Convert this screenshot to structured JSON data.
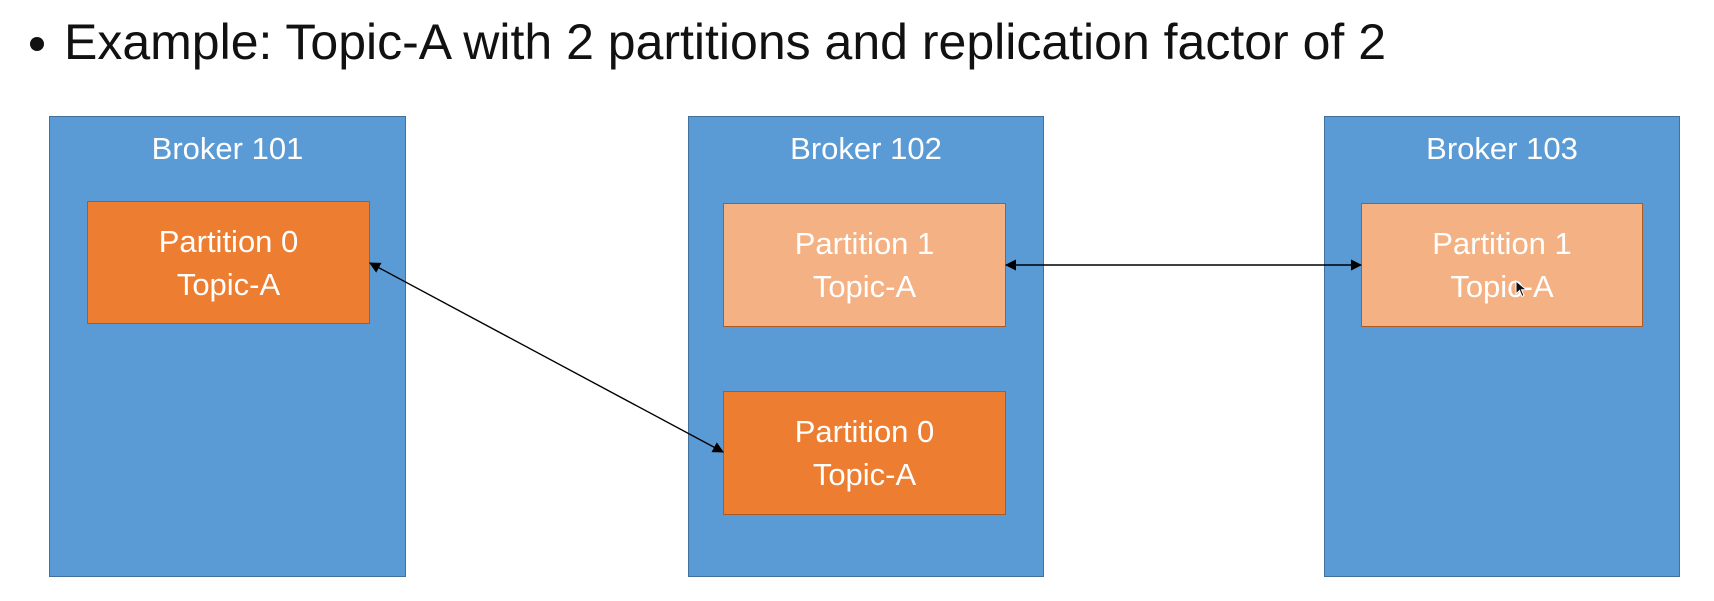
{
  "slide": {
    "bullet_text": "Example: Topic-A with 2 partitions and replication factor of 2"
  },
  "brokers": [
    {
      "title": "Broker 101",
      "partitions": [
        {
          "line1": "Partition 0",
          "line2": "Topic-A",
          "role": "leader"
        }
      ]
    },
    {
      "title": "Broker 102",
      "partitions": [
        {
          "line1": "Partition 1",
          "line2": "Topic-A",
          "role": "follower"
        },
        {
          "line1": "Partition 0",
          "line2": "Topic-A",
          "role": "leader"
        }
      ]
    },
    {
      "title": "Broker 103",
      "partitions": [
        {
          "line1": "Partition 1",
          "line2": "Topic-A",
          "role": "follower"
        }
      ]
    }
  ],
  "colors": {
    "broker_fill": "#5b9bd5",
    "leader_fill": "#ed7d31",
    "follower_fill": "#f4b183",
    "arrow": "#000000"
  },
  "icons": {
    "bullet": "bullet-dot-icon",
    "cursor": "mouse-pointer-icon"
  }
}
